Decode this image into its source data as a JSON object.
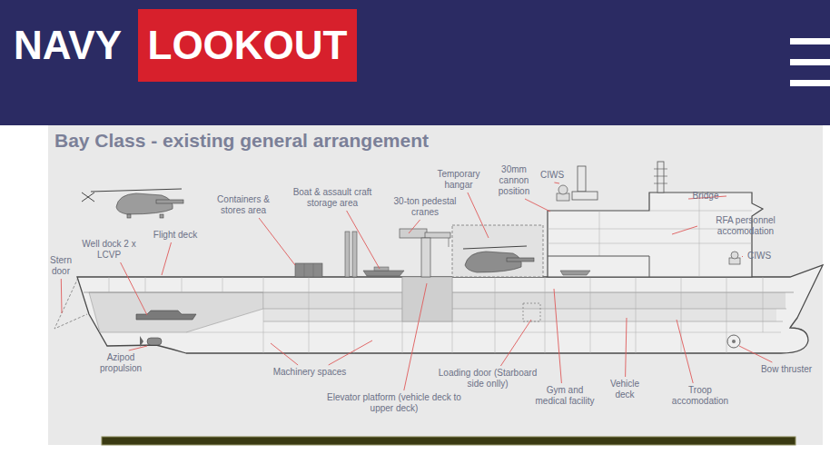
{
  "diagram": {
    "title": "Bay Class - existing general arrangement",
    "nodes": [
      {
        "text": [
          "NAVY"
        ]
      },
      {
        "text": [
          "LOOKOUT"
        ],
        "in": 0
      }
    ],
    "labels": [
      "Stern door",
      "Well dock 2 x LCVP",
      "Flight deck",
      "Containers & stores area",
      "Boat & assault craft storage area",
      "30-ton pedestal cranes",
      "Temporary hangar",
      "30mm cannon position",
      "CIWS",
      "Bridge",
      "RFA personnel accomodation",
      "CIWS",
      "Azipod propulsion",
      "Machinery spaces",
      "Elevator platform (vehicle deck to upper deck)",
      "Loading door (Starboard side onlly)",
      "Gym and medical facility",
      "Vehicle deck",
      "Troop accomodation",
      "Bow thruster"
    ]
  }
}
